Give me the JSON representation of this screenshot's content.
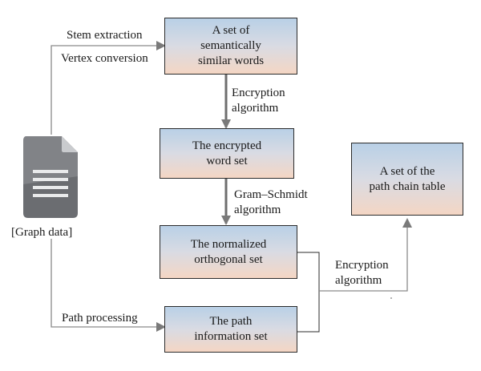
{
  "icon": "document-icon",
  "colors": {
    "box_top": "#b9d0e6",
    "box_bottom": "#f4d6c4",
    "line": "#8a8a8a",
    "arrow": "#7a7a7a",
    "doc_dark": "#6b6d71",
    "doc_light": "#9fa2a6"
  },
  "graph_data_label": "[Graph data]",
  "nodes": {
    "semantic_words": "A set of\nsemantically\nsimilar words",
    "encrypted_set": "The encrypted\nword set",
    "normalized_set": "The normalized\northogonal set",
    "path_info_set": "The path\ninformation set",
    "path_chain_table": "A set of the\npath chain table"
  },
  "edge_labels": {
    "stem_extraction": "Stem extraction",
    "vertex_conversion": "Vertex conversion",
    "encryption_1": "Encryption\nalgorithm",
    "gram_schmidt": "Gram–Schmidt\nalgorithm",
    "encryption_2": "Encryption\nalgorithm",
    "path_processing": "Path processing"
  }
}
